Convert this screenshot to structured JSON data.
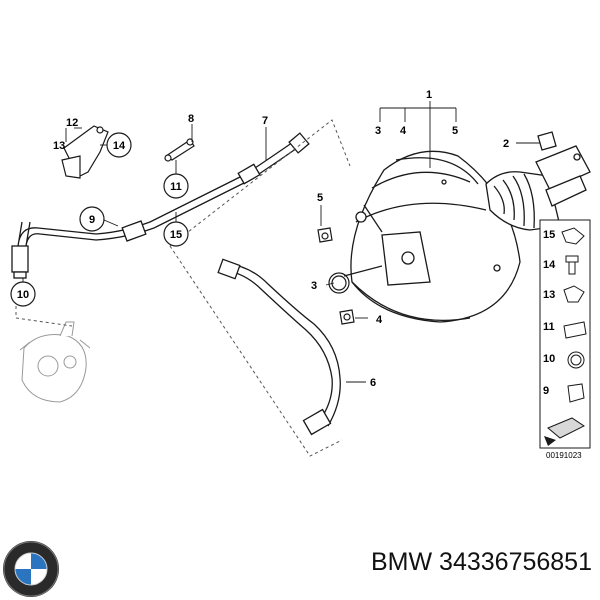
{
  "callouts": {
    "c1": "1",
    "c2": "2",
    "c3": "3",
    "c3b": "3",
    "c4": "4",
    "c4b": "4",
    "c5": "5",
    "c5b": "5",
    "c6": "6",
    "c7": "7",
    "c8": "8",
    "c9": "9",
    "c10": "10",
    "c11": "11",
    "c12": "12",
    "c13": "13",
    "c14": "14",
    "c15": "15"
  },
  "legend": {
    "items": [
      "15",
      "14",
      "13",
      "11",
      "10",
      "9"
    ]
  },
  "reference_number": "00191023",
  "caption": {
    "brand": "BMW",
    "part_number": "34336756851"
  },
  "colors": {
    "line": "#1a1a1a",
    "part_fill": "#ffffff",
    "logo_blue": "#2b75c0",
    "logo_ring": "#2a2a2a"
  },
  "icons": {
    "logo": "bmw-roundel-icon",
    "direction": "arrow-direction-icon"
  }
}
